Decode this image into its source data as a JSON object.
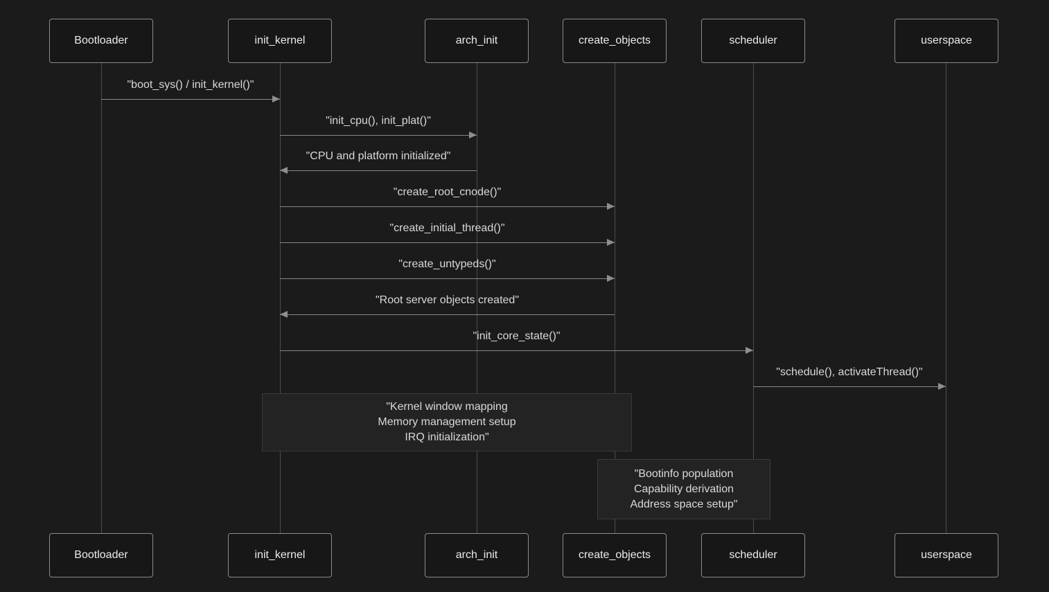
{
  "diagram_type": "sequence-diagram",
  "actors": [
    {
      "id": "bootloader",
      "label": "Bootloader"
    },
    {
      "id": "init_kernel",
      "label": "init_kernel"
    },
    {
      "id": "arch_init",
      "label": "arch_init"
    },
    {
      "id": "create_objects",
      "label": "create_objects"
    },
    {
      "id": "scheduler",
      "label": "scheduler"
    },
    {
      "id": "userspace",
      "label": "userspace"
    }
  ],
  "messages": [
    {
      "from": "Bootloader",
      "to": "init_kernel",
      "direction": "right",
      "label": "\"boot_sys() / init_kernel()\""
    },
    {
      "from": "init_kernel",
      "to": "arch_init",
      "direction": "right",
      "label": "\"init_cpu(), init_plat()\""
    },
    {
      "from": "arch_init",
      "to": "init_kernel",
      "direction": "left",
      "label": "\"CPU and platform initialized\""
    },
    {
      "from": "init_kernel",
      "to": "create_objects",
      "direction": "right",
      "label": "\"create_root_cnode()\""
    },
    {
      "from": "init_kernel",
      "to": "create_objects",
      "direction": "right",
      "label": "\"create_initial_thread()\""
    },
    {
      "from": "init_kernel",
      "to": "create_objects",
      "direction": "right",
      "label": "\"create_untypeds()\""
    },
    {
      "from": "create_objects",
      "to": "init_kernel",
      "direction": "left",
      "label": "\"Root server objects created\""
    },
    {
      "from": "init_kernel",
      "to": "scheduler",
      "direction": "right",
      "label": "\"init_core_state()\""
    },
    {
      "from": "scheduler",
      "to": "userspace",
      "direction": "right",
      "label": "\"schedule(), activateThread()\""
    }
  ],
  "notes": [
    {
      "over": "init_kernel, create_objects",
      "lines": [
        "\"Kernel window mapping",
        "Memory management setup",
        "IRQ initialization\""
      ]
    },
    {
      "over": "create_objects, scheduler",
      "lines": [
        "\"Bootinfo population",
        "Capability derivation",
        "Address space setup\""
      ]
    }
  ],
  "colors": {
    "background": "#1b1b1b",
    "actor_fill": "#171717",
    "actor_border": "#8c8c8c",
    "actor_text": "#ececec",
    "message_text": "#d9d9d9",
    "lifeline": "#4d4d4d",
    "arrow": "#888888",
    "note_fill": "#232323",
    "note_border": "#3a3a3a"
  }
}
